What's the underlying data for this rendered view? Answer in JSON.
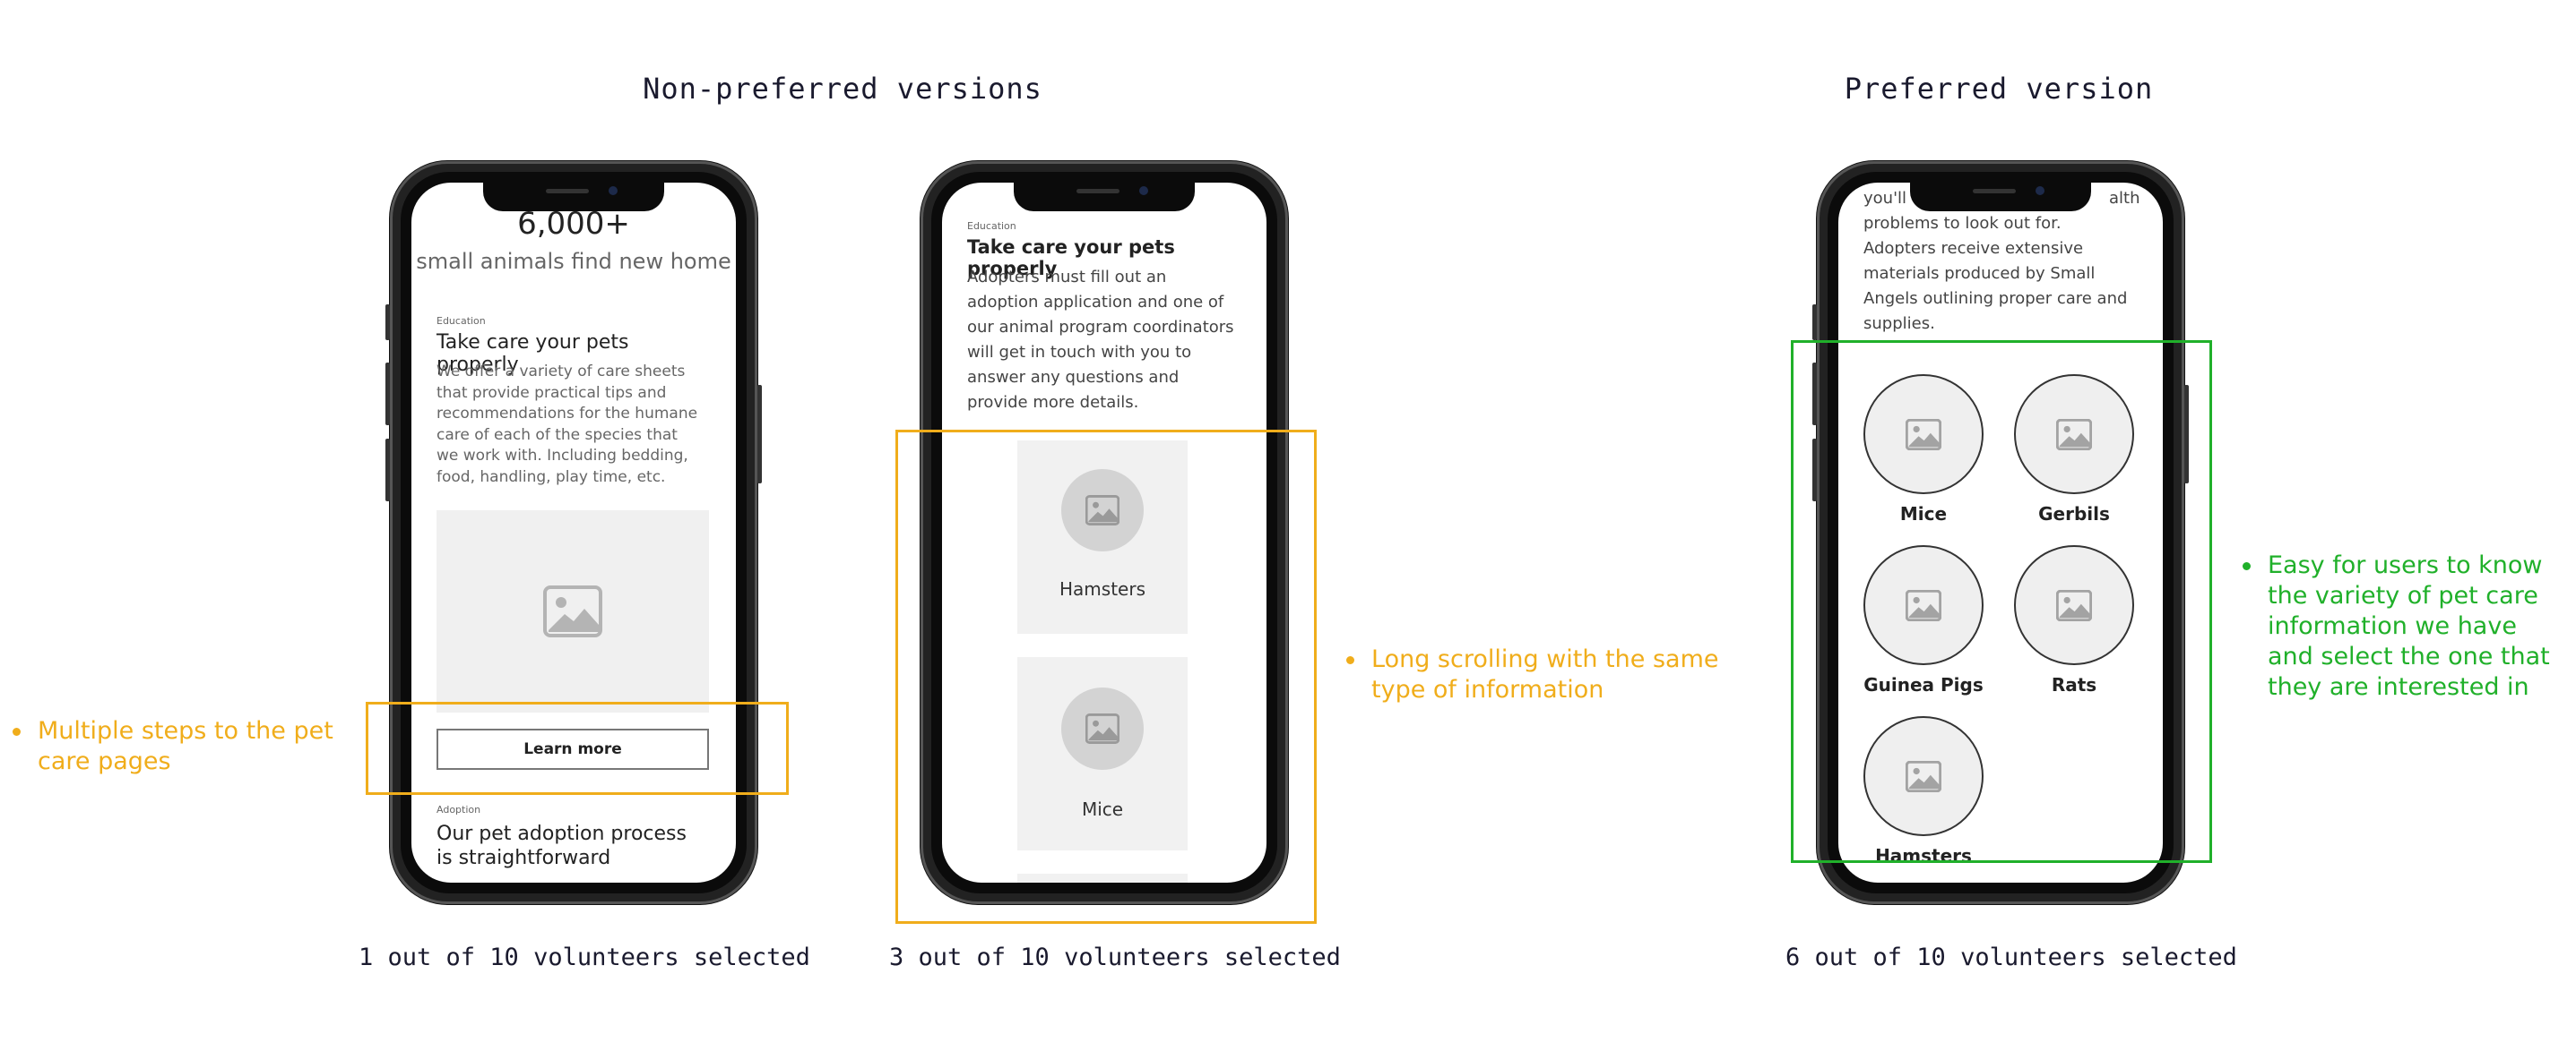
{
  "headings": {
    "non_preferred": "Non-preferred versions",
    "preferred": "Preferred version"
  },
  "phone1": {
    "stat_number": "6,000+",
    "stat_label": "small animals find new home",
    "education_eyebrow": "Education",
    "education_title": "Take care your pets properly",
    "education_body": "We offer a variety of care sheets that provide practical tips and recommendations for the humane care of each of the species that we work with. Including bedding, food, handling, play time, etc.",
    "button_label": "Learn more",
    "adoption_eyebrow": "Adoption",
    "adoption_title": "Our pet adoption process is straightforward",
    "caption": "1 out of 10 volunteers selected",
    "note": "Multiple steps to the pet care pages"
  },
  "phone2": {
    "education_eyebrow": "Education",
    "education_title": "Take care your pets properly",
    "education_body": "Adopters must fill out an adoption application and one of our animal program coordinators will get in touch with you to answer any questions and provide more details.",
    "cards": [
      "Hamsters",
      "Mice"
    ],
    "caption": "3 out of 10 volunteers selected",
    "note": "Long scrolling with the same type of information"
  },
  "phone3": {
    "top_text": "you'll ... health problems to look out for. Adopters receive extensive materials produced by Small Angels outlining proper care and supplies.",
    "top_line1_left": "you'll",
    "top_line1_right": "alth",
    "top_lines": [
      "problems to look out for.",
      "Adopters receive extensive",
      "materials produced by Small",
      "Angels outlining proper care and",
      "supplies."
    ],
    "items": [
      "Mice",
      "Gerbils",
      "Guinea Pigs",
      "Rats",
      "Hamsters"
    ],
    "caption": "6 out of 10 volunteers selected",
    "note": "Easy for users to know the variety of pet care information we have and select the one that they are interested in"
  },
  "colors": {
    "non_preferred_highlight": "#f0ad1b",
    "preferred_highlight": "#20b02a"
  },
  "icons": [
    "image-placeholder-icon"
  ]
}
